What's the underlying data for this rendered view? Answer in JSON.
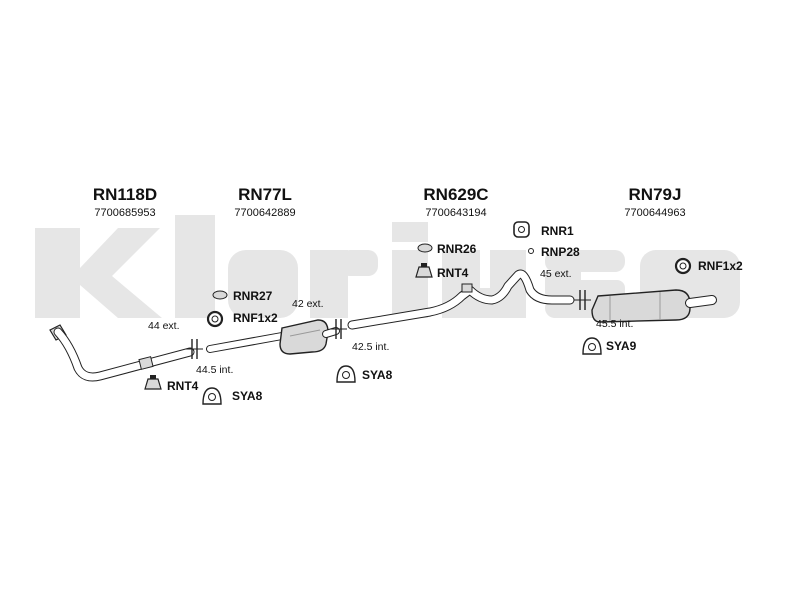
{
  "watermark": {
    "brand": "Klarius",
    "color": "#e6e6e6"
  },
  "colors": {
    "line": "#222222",
    "part_fill": "#d9d9d9",
    "part_dark": "#9a9a9a"
  },
  "sections": [
    {
      "code": "RN118D",
      "part_number": "7700685953"
    },
    {
      "code": "RN77L",
      "part_number": "7700642889"
    },
    {
      "code": "RN629C",
      "part_number": "7700643194"
    },
    {
      "code": "RN79J",
      "part_number": "7700644963"
    }
  ],
  "accessories": {
    "rnr27": "RNR27",
    "rnf1x2_left": "RNF1x2",
    "rnt4_left": "RNT4",
    "sya8_left": "SYA8",
    "sya8_mid": "SYA8",
    "rnr26": "RNR26",
    "rnt4_mid": "RNT4",
    "rnr1": "RNR1",
    "rnp28": "RNP28",
    "rnf1x2_right": "RNF1x2",
    "sya9": "SYA9"
  },
  "dimensions": {
    "d44_ext": "44 ext.",
    "d44_5_int": "44.5 int.",
    "d42_ext": "42 ext.",
    "d42_5_int": "42.5 int.",
    "d45_ext": "45 ext.",
    "d45_5_int": "45.5 int."
  }
}
